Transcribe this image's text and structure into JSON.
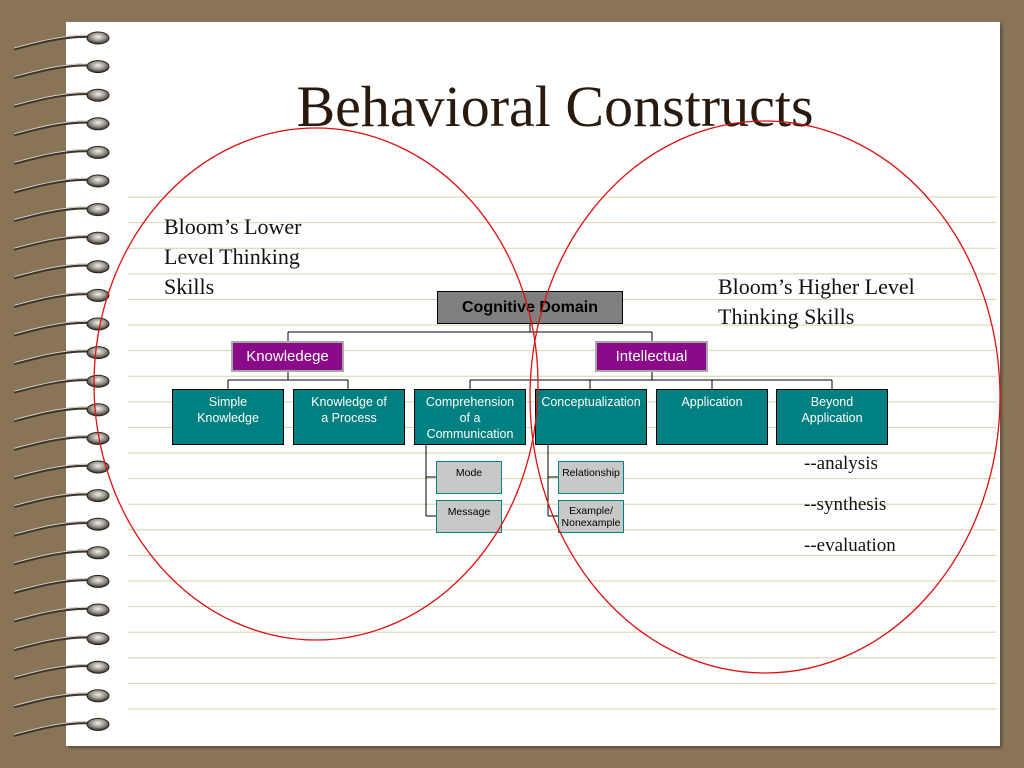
{
  "slide": {
    "title": "Behavioral Constructs",
    "lower_label": [
      "Bloom’s Lower",
      "Level Thinking",
      "Skills"
    ],
    "higher_label": [
      "Bloom’s Higher Level",
      "Thinking Skills"
    ],
    "higher_items": [
      "--analysis",
      "--synthesis",
      "--evaluation"
    ]
  },
  "org_chart": {
    "root": "Cognitive Domain",
    "level2": [
      "Knowledege",
      "Intellectual"
    ],
    "knowledge_children": [
      [
        "Simple",
        "Knowledge"
      ],
      [
        "Knowledge of",
        "a Process"
      ]
    ],
    "intellectual_children": [
      [
        "Comprehension",
        "of a",
        "Communication"
      ],
      [
        "Conceptualization"
      ],
      [
        "Application"
      ],
      [
        "Beyond",
        "Application"
      ]
    ],
    "comprehension_children": [
      "Mode",
      "Message"
    ],
    "conceptualization_children": [
      "Relationship",
      "Example/ Nonexample"
    ]
  },
  "colors": {
    "background": "#8a7458",
    "paper": "#ffffff",
    "root_fill": "#7f7f7f",
    "level2_fill": "#8a0a8a",
    "level3_fill": "#008080",
    "level4_fill": "#c8c8c8",
    "circle_stroke": "#e01010",
    "title_color": "#2a1a0e"
  }
}
